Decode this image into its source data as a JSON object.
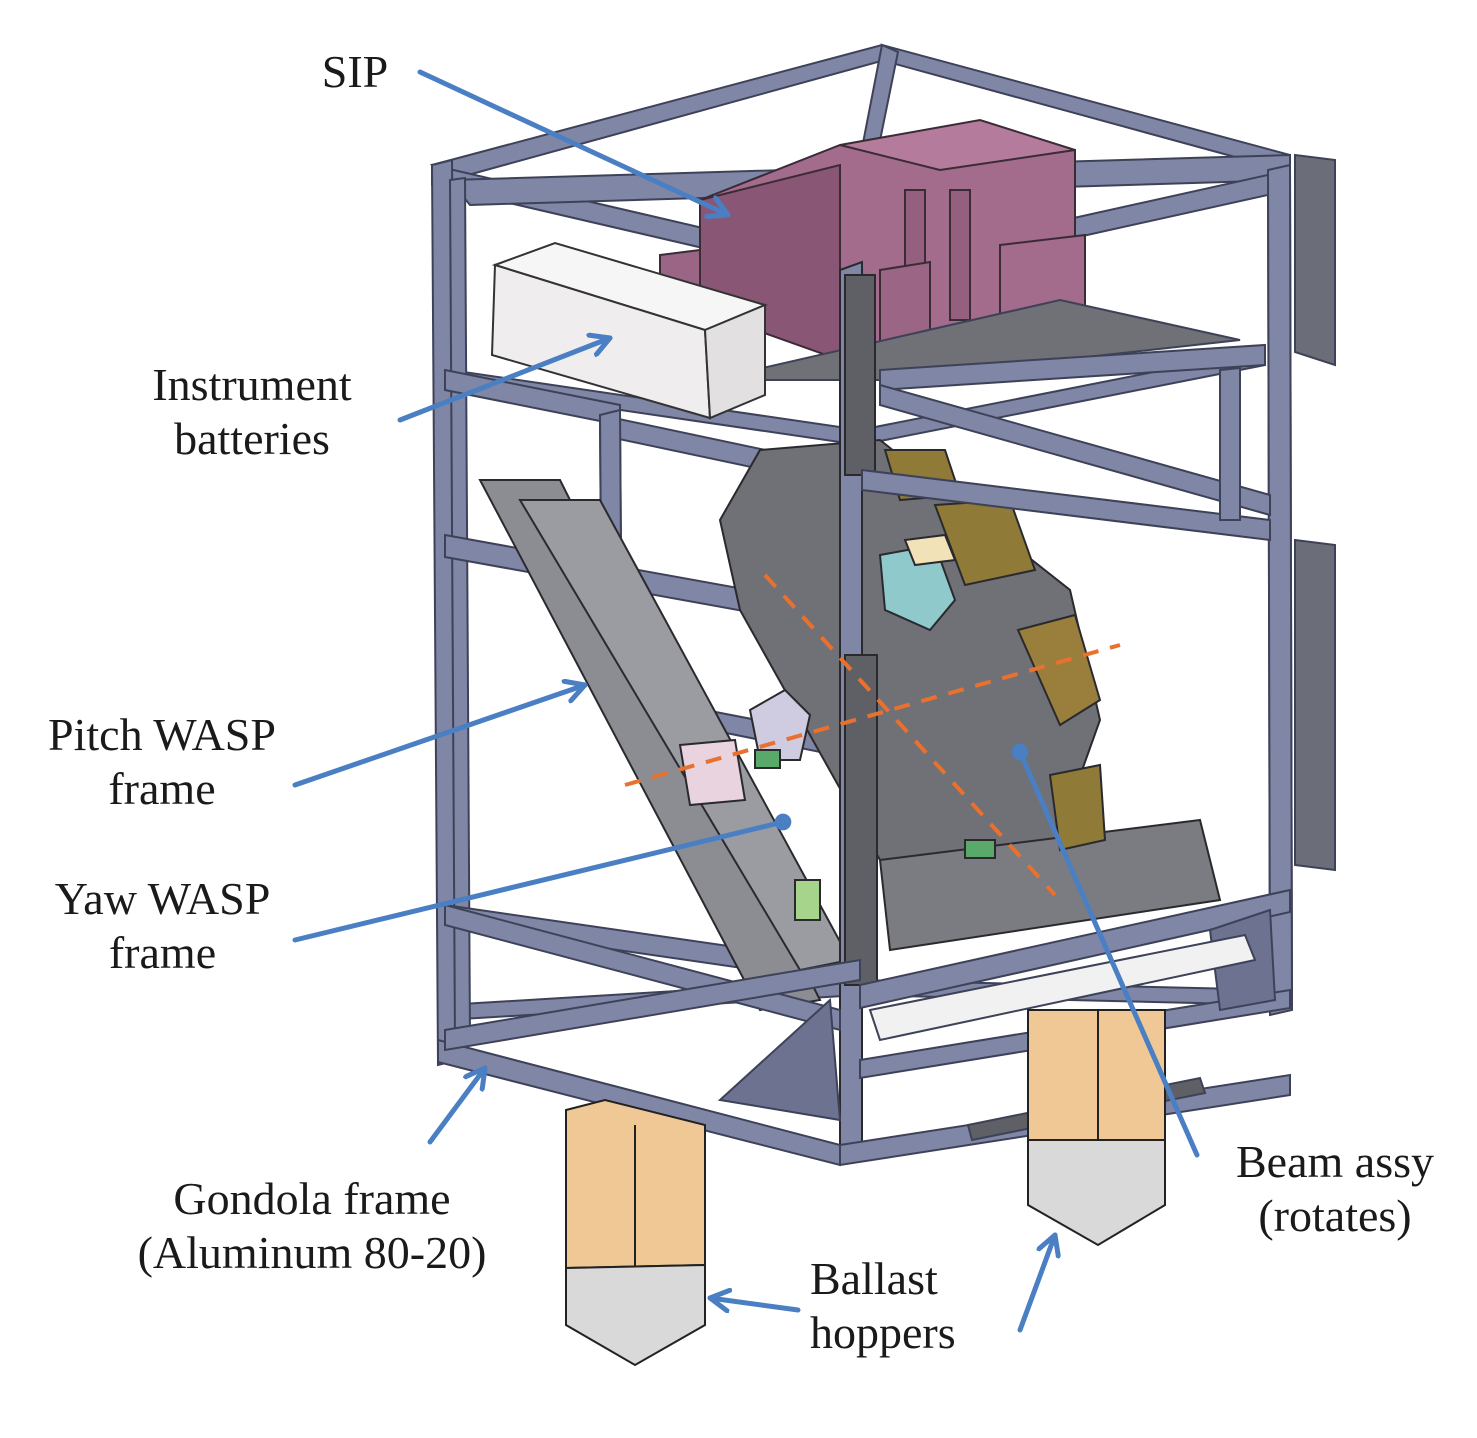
{
  "diagram": {
    "type": "labeled-cad-illustration",
    "subject": "Balloon gondola payload assembly",
    "colors": {
      "frame": "#7f86a6",
      "frame_dark": "#5b6183",
      "frame_edge": "#3e4258",
      "sip": "#a36b8c",
      "sip_dark": "#8a5676",
      "battery": "#f1efef",
      "beam_plate": "#6f7177",
      "beam_plate_light": "#8b8d93",
      "olive_box": "#8f7a37",
      "cyan_box": "#8fc9cc",
      "hopper_top": "#efc895",
      "hopper_bottom": "#d9d9d9",
      "callout_arrow": "#4a7fc4",
      "axis_dashed": "#e8712f",
      "text": "#1a1a1a"
    },
    "labels": [
      {
        "id": "sip",
        "lines": [
          "SIP"
        ]
      },
      {
        "id": "instrument-batteries",
        "lines": [
          "Instrument",
          "batteries"
        ]
      },
      {
        "id": "pitch-wasp-frame",
        "lines": [
          "Pitch WASP",
          "frame"
        ]
      },
      {
        "id": "yaw-wasp-frame",
        "lines": [
          "Yaw WASP",
          "frame"
        ]
      },
      {
        "id": "gondola-frame",
        "lines": [
          "Gondola frame",
          "(Aluminum 80-20)"
        ]
      },
      {
        "id": "ballast-hoppers",
        "lines": [
          "Ballast",
          "hoppers"
        ]
      },
      {
        "id": "beam-assy",
        "lines": [
          "Beam assy",
          "(rotates)"
        ]
      }
    ]
  }
}
